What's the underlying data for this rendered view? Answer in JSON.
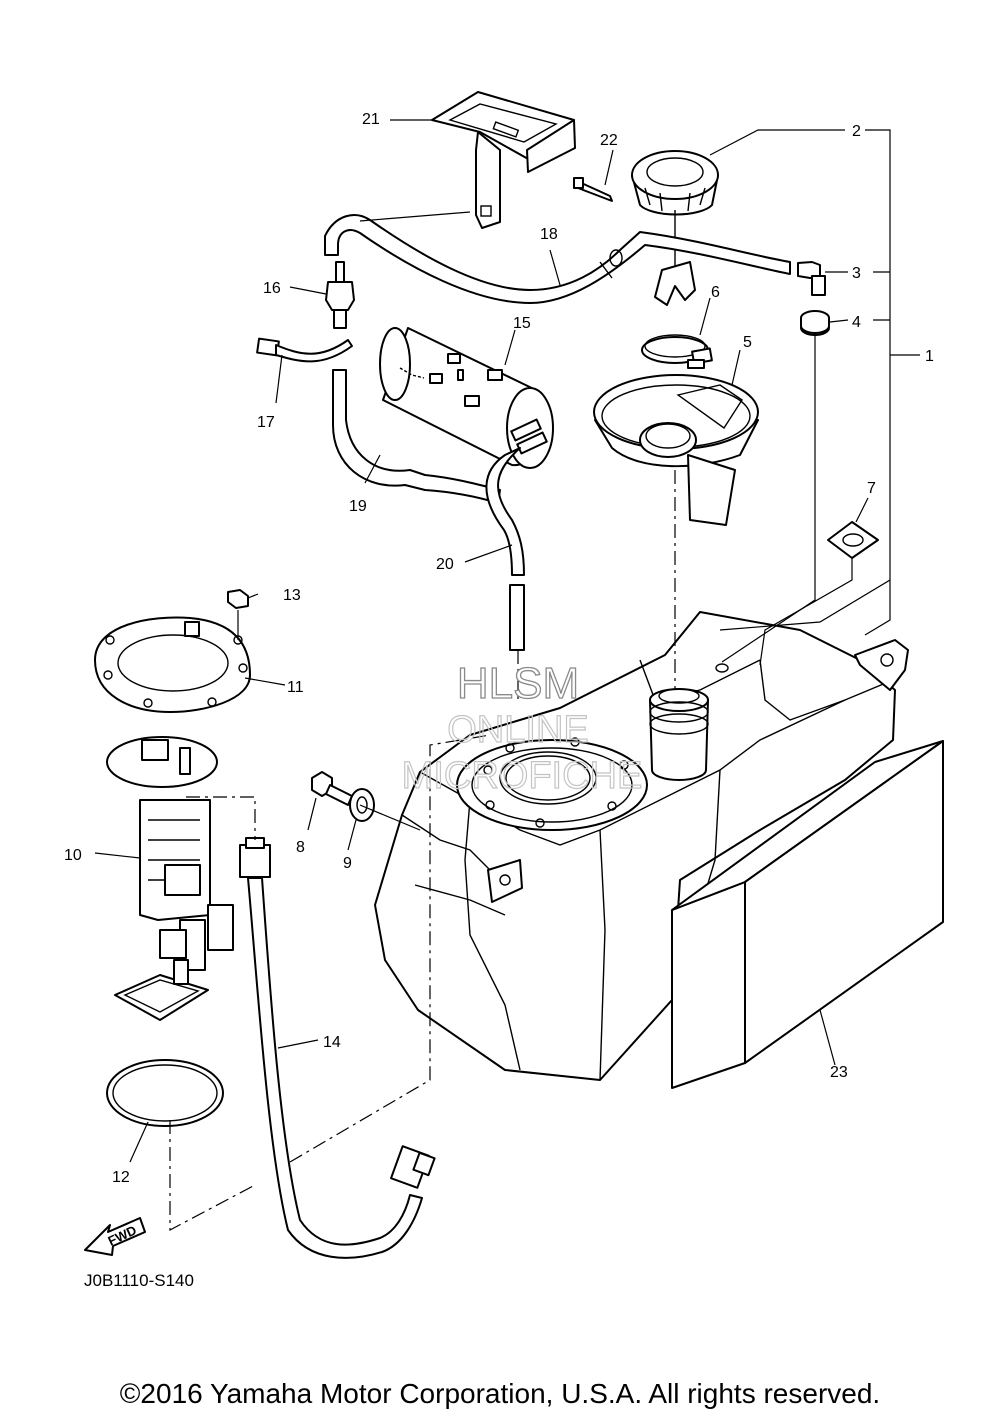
{
  "callouts": {
    "c1": "1",
    "c2": "2",
    "c3": "3",
    "c4": "4",
    "c5": "5",
    "c6": "6",
    "c7": "7",
    "c8": "8",
    "c9": "9",
    "c10": "10",
    "c11": "11",
    "c12": "12",
    "c13": "13",
    "c14": "14",
    "c15": "15",
    "c16": "16",
    "c17": "17",
    "c18": "18",
    "c19": "19",
    "c20": "20",
    "c21": "21",
    "c22": "22",
    "c23": "23"
  },
  "diagram_code": "J0B1110-S140",
  "fwd_label": "FWD",
  "watermark": {
    "line1": "HLSM",
    "line2": "ONLINE",
    "line3": "MICROFICHE"
  },
  "copyright": "©2016 Yamaha Motor Corporation, U.S.A. All rights reserved."
}
